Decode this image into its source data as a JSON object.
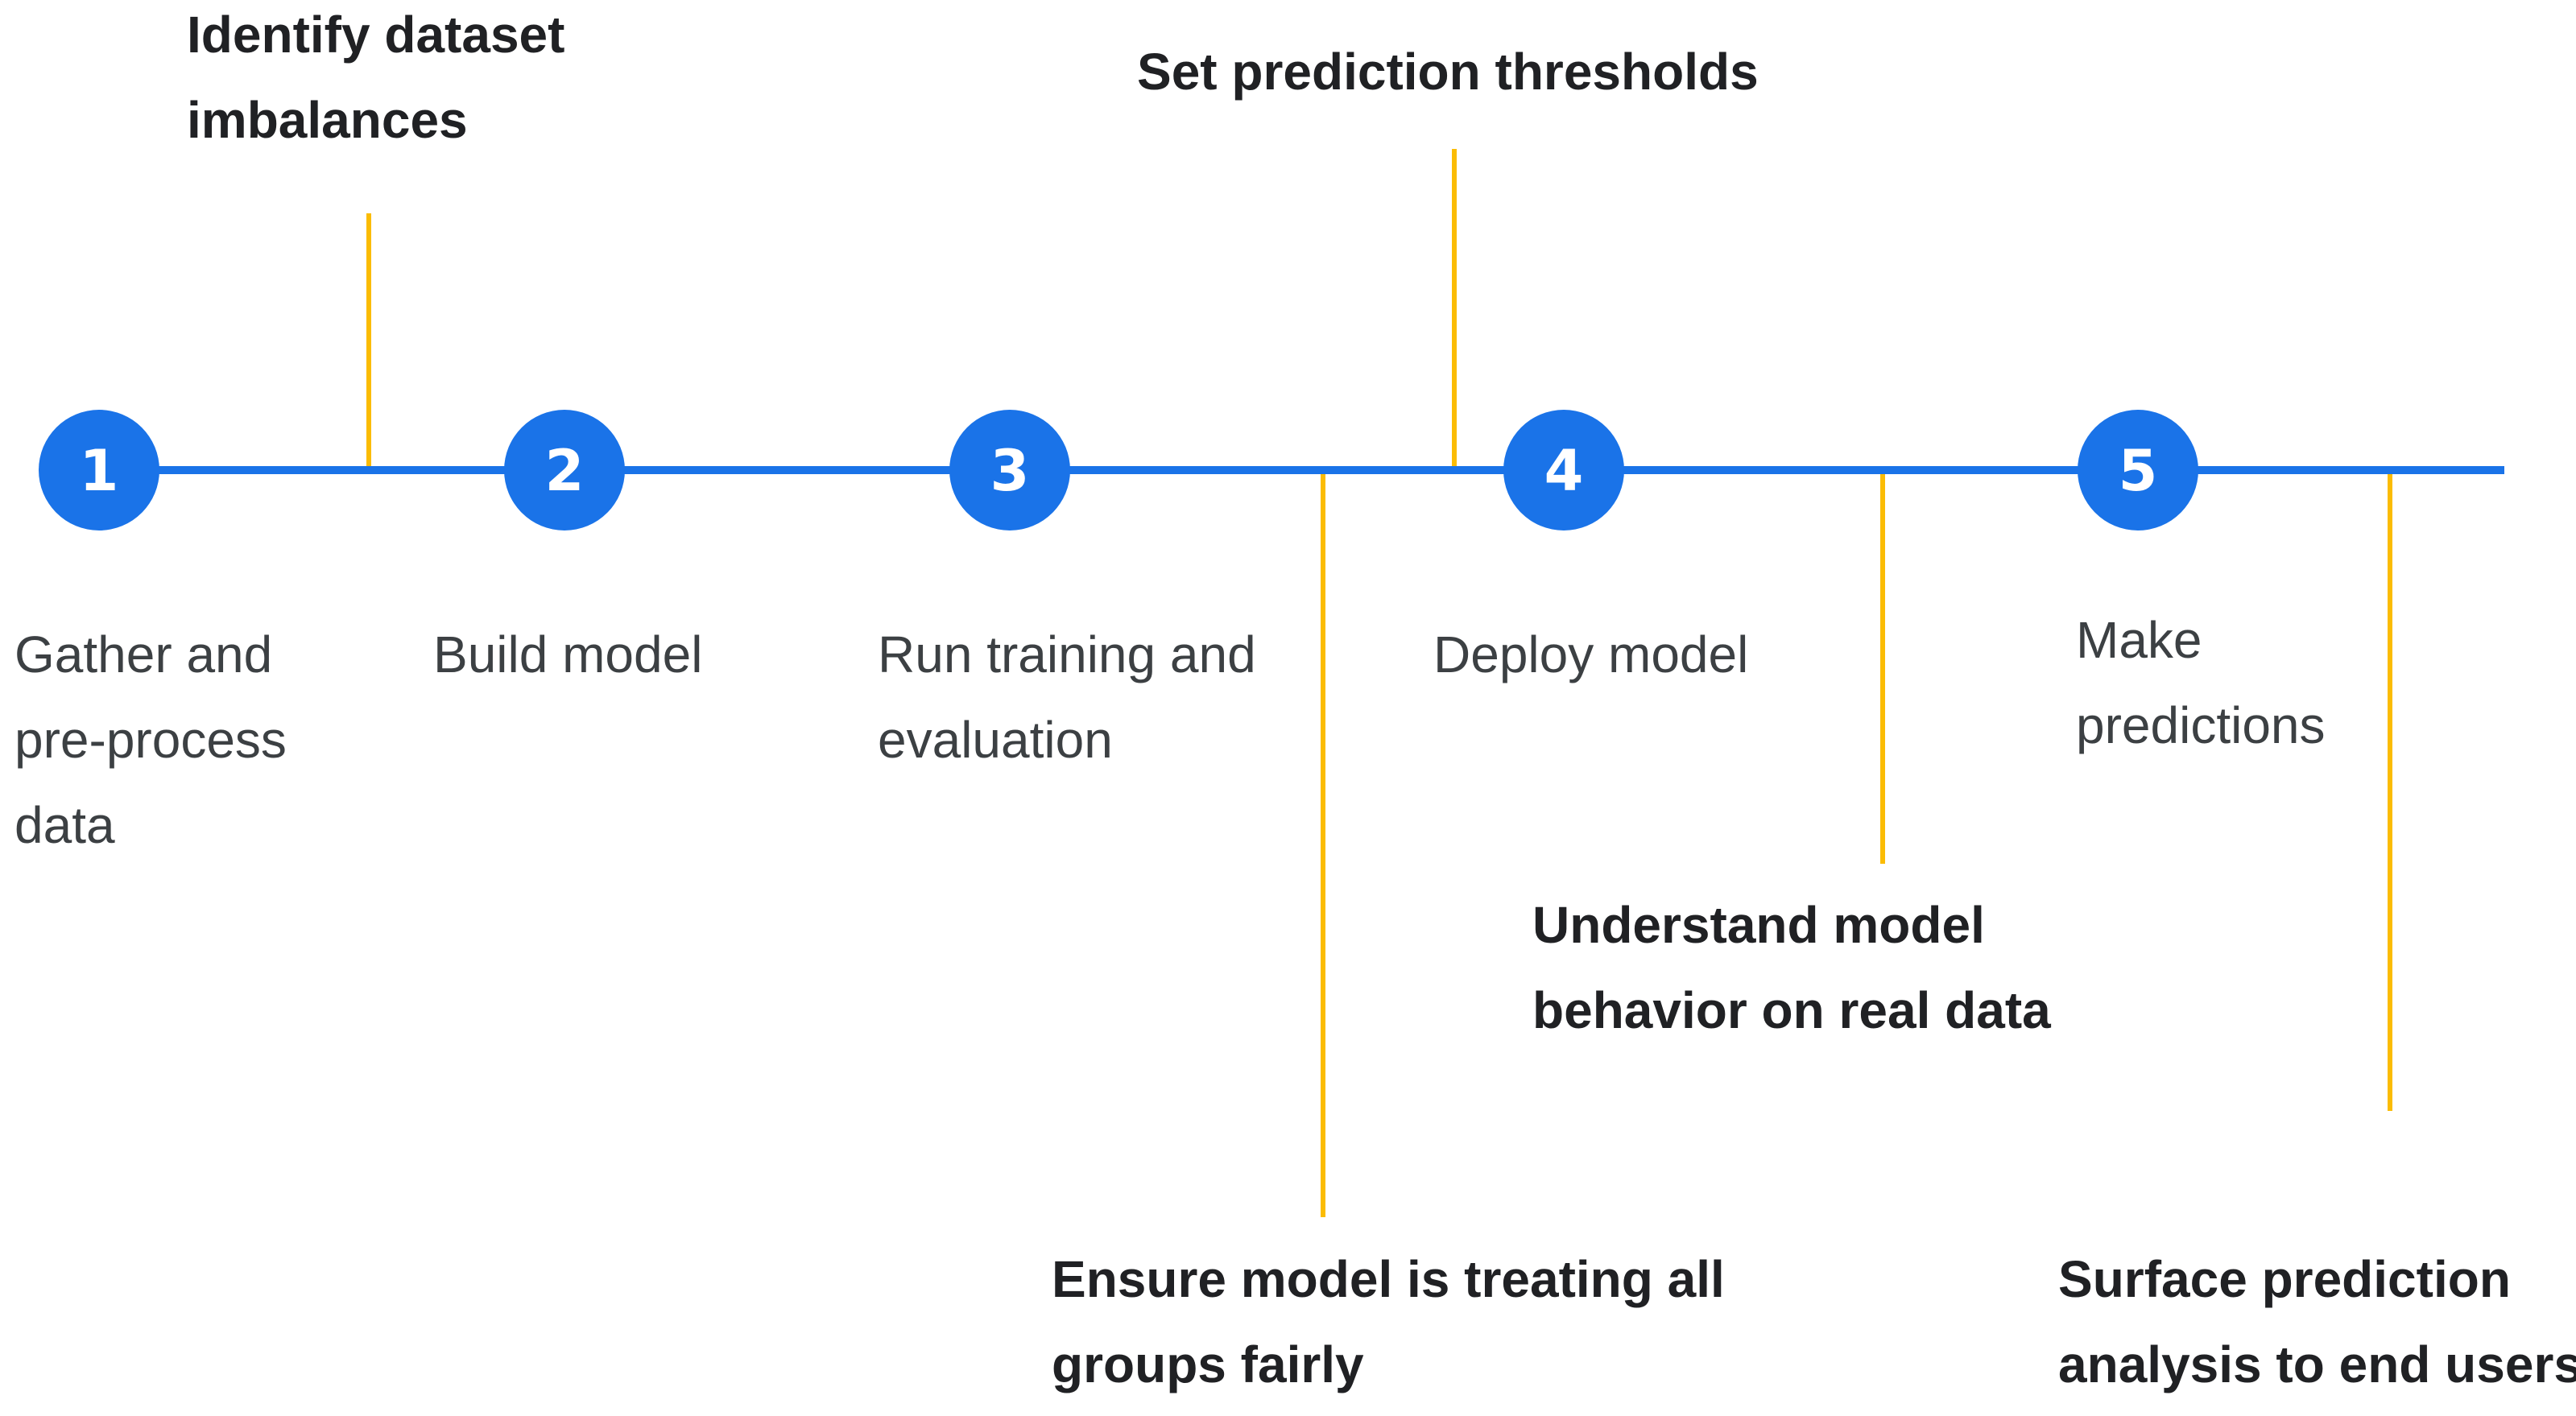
{
  "colors": {
    "timeline": "#1a73e8",
    "node": "#1a73e8",
    "node_text": "#ffffff",
    "callout_line": "#fbbc04",
    "step_text": "#3c4043",
    "callout_text": "#202124"
  },
  "steps": [
    {
      "number": "1",
      "label": [
        "Gather and",
        "pre-process",
        "data"
      ]
    },
    {
      "number": "2",
      "label": [
        "Build model"
      ]
    },
    {
      "number": "3",
      "label": [
        "Run training and",
        "evaluation"
      ]
    },
    {
      "number": "4",
      "label": [
        "Deploy model"
      ]
    },
    {
      "number": "5",
      "label": [
        "Make",
        "predictions"
      ]
    }
  ],
  "callouts": [
    {
      "label": [
        "Identify dataset",
        "imbalances"
      ]
    },
    {
      "label": [
        "Set prediction thresholds"
      ]
    },
    {
      "label": [
        "Ensure model is treating all",
        "groups fairly"
      ]
    },
    {
      "label": [
        "Understand model",
        "behavior on real data"
      ]
    },
    {
      "label": [
        "Surface prediction",
        "analysis to end users"
      ]
    }
  ]
}
